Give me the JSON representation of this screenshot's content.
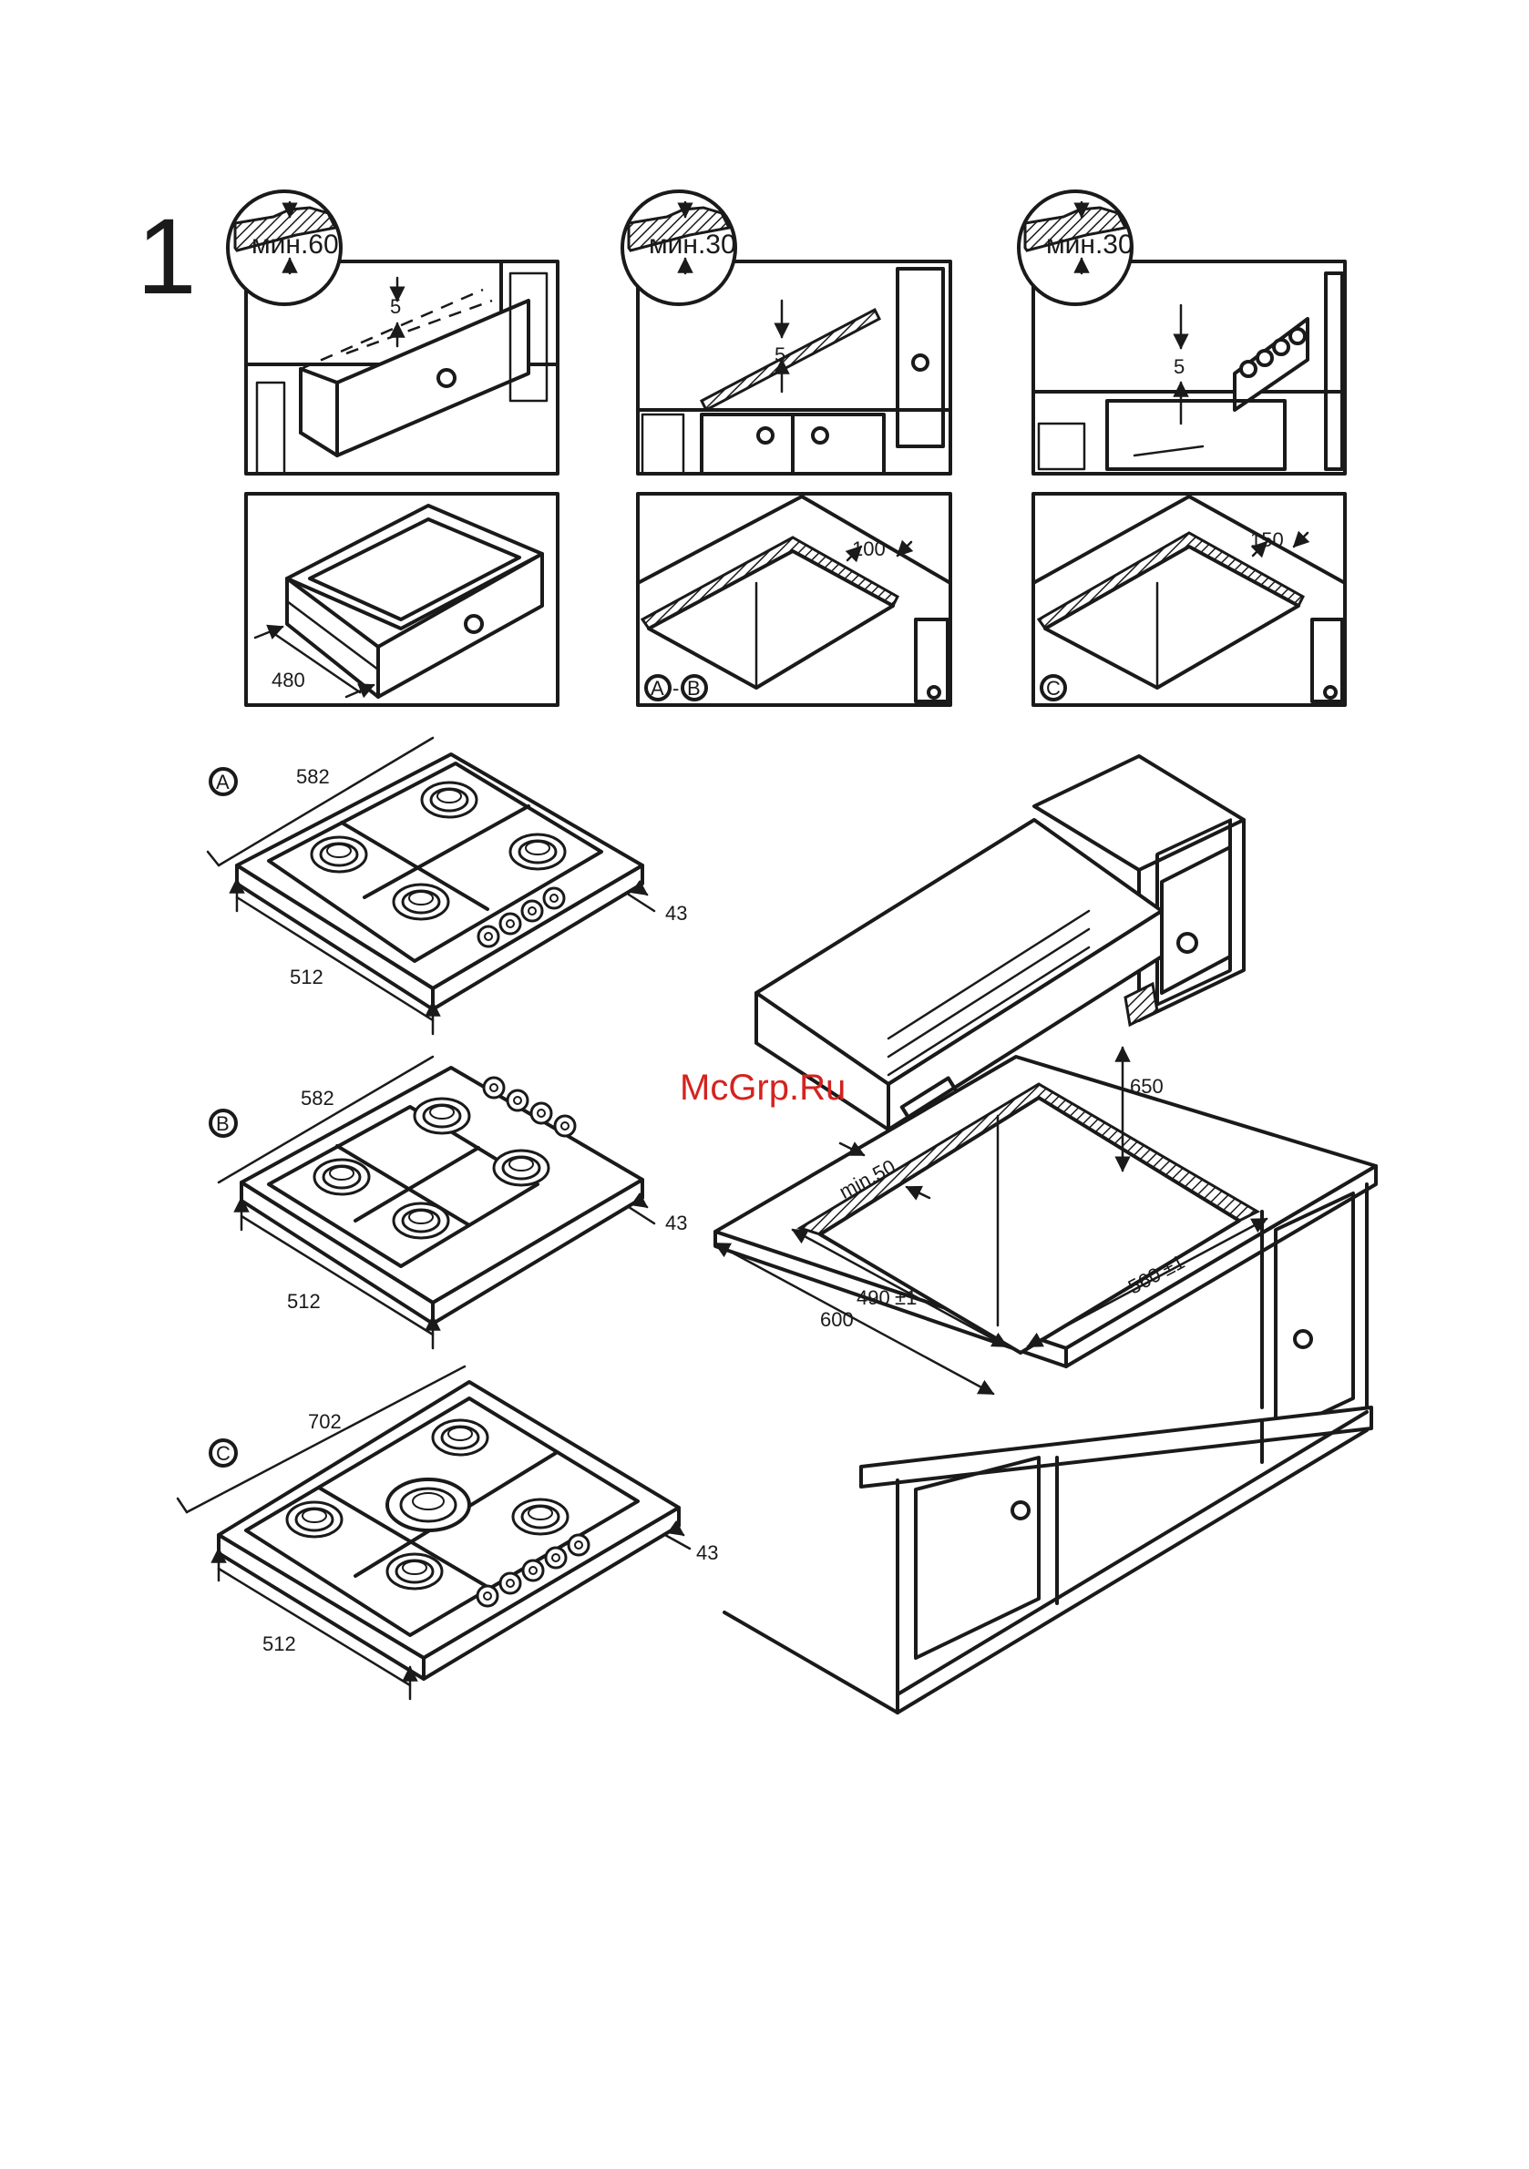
{
  "figure_number": "1",
  "watermark": "McGrp.Ru",
  "clearance_panels": [
    {
      "label": "мин.60",
      "gap": "5"
    },
    {
      "label": "мин.30",
      "gap": "5"
    },
    {
      "label": "мин.30",
      "gap": "5"
    }
  ],
  "cutout_panels": [
    {
      "dimension": "480",
      "variant": ""
    },
    {
      "dimension": "100",
      "variant_a": "A",
      "variant_sep": "-",
      "variant_b": "B"
    },
    {
      "dimension": "150",
      "variant": "C"
    }
  ],
  "hobs": [
    {
      "variant": "A",
      "width": "582",
      "depth": "512",
      "height": "43"
    },
    {
      "variant": "B",
      "width": "582",
      "depth": "512",
      "height": "43"
    },
    {
      "variant": "C",
      "width": "702",
      "depth": "512",
      "height": "43"
    }
  ],
  "installation": {
    "hood_height": "650",
    "min_wall": "min.50",
    "cutout_depth": "490",
    "cutout_depth_tol": "±1",
    "cutout_width": "560",
    "cutout_width_tol": "±1",
    "worktop_depth": "600"
  }
}
